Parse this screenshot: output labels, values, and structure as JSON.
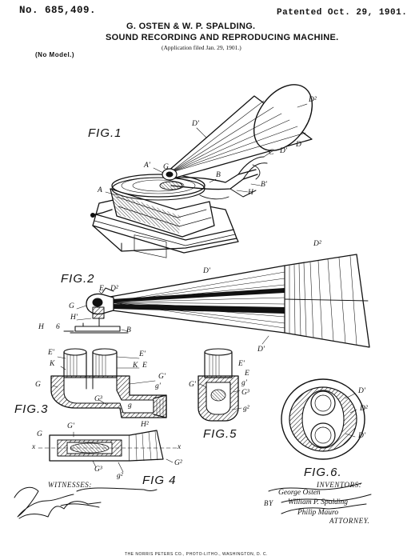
{
  "header": {
    "number": "No. 685,409.",
    "patented": "Patented Oct. 29, 1901.",
    "inventors_line": "G. OSTEN & W. P. SPALDING.",
    "title": "SOUND RECORDING AND REPRODUCING MACHINE.",
    "application": "(Application filed Jan. 29, 1901.)",
    "model": "(No Model.)"
  },
  "figures": {
    "fig1": "FIG.1",
    "fig2": "FIG.2",
    "fig3": "FIG.3",
    "fig4": "FIG 4",
    "fig5": "FIG.5",
    "fig6": "FIG.6."
  },
  "labels": {
    "fig1": {
      "D2": "D²",
      "D1a": "D'",
      "D": "D",
      "C": "C",
      "D1b": "D'",
      "A1": "A'",
      "G": "G",
      "B": "B",
      "B1": "B'",
      "H": "H",
      "A": "A"
    },
    "fig2": {
      "D2": "D²",
      "D1": "D'",
      "E": "E",
      "D2b": "D²",
      "G": "G",
      "H1": "H'",
      "H": "H",
      "six": "6",
      "B": "B",
      "D1b": "D'"
    },
    "fig3": {
      "E1a": "E'",
      "E1b": "E'",
      "K1": "K",
      "K2": "K",
      "Eb": "E",
      "G": "G",
      "G1a": "G'",
      "g1": "g'",
      "G3": "G³",
      "g": "g"
    },
    "fig4": {
      "G": "G",
      "G1": "G'",
      "x1": "x",
      "x2": "x",
      "H2": "H²",
      "G3": "G³",
      "G2": "G²",
      "g2": "g²"
    },
    "fig5": {
      "E1": "E'",
      "E": "E",
      "G1": "G'",
      "g1": "g'",
      "G3": "G³",
      "g2": "g²"
    },
    "fig6": {
      "D1a": "D'",
      "D2": "D²",
      "D1b": "D'"
    }
  },
  "signatures": {
    "witnesses_caption": "WITNESSES:",
    "inventors_caption": "INVENTORS:",
    "inventor1": "George Osten",
    "inventor2": "William P. Spalding",
    "by": "BY",
    "attorney_sig": "Philip Mauro",
    "attorney_caption": "ATTORNEY."
  },
  "footer": "THE NORRIS PETERS CO., PHOTO-LITHO., WASHINGTON, D. C."
}
